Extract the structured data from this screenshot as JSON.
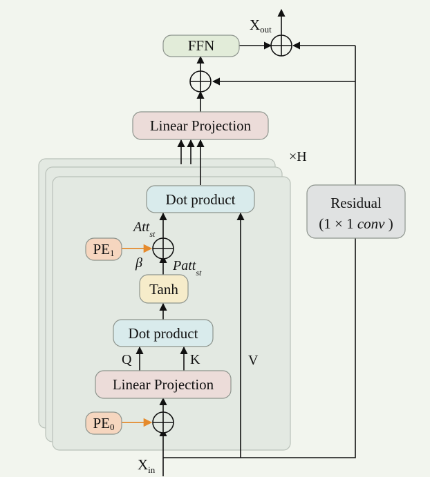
{
  "nodes": {
    "ffn": "FFN",
    "x_out": "X",
    "x_out_sub": "out",
    "linear_projection_top": "Linear Projection",
    "heads": "×H",
    "dot_product_top": "Dot product",
    "residual_line1": "Residual",
    "residual_line2_prefix": "(1 × 1 ",
    "residual_line2_italic": "conv",
    "residual_line2_suffix": " )",
    "att": "Att",
    "att_sub": "st",
    "pe1": "PE",
    "pe1_sub": "1",
    "beta": "β",
    "patt": "Patt",
    "patt_sub": "st",
    "tanh": "Tanh",
    "dot_product_bottom": "Dot product",
    "q": "Q",
    "k": "K",
    "v": "V",
    "linear_projection_bottom": "Linear Projection",
    "pe0": "PE",
    "pe0_sub": "0",
    "x_in": "X",
    "x_in_sub": "in"
  },
  "colors": {
    "background": "#f2f5ee",
    "stack_fill": "#e3e9e2",
    "stack_stroke": "#b9c1b9",
    "ffn_fill": "#e2ecd9",
    "linear_fill": "#ecdcd9",
    "dot_fill": "#d9ebec",
    "residual_fill": "#e0e2e2",
    "tanh_fill": "#f6ecca",
    "pe_fill": "#f6d6bf",
    "pe_arrow": "#e58a2c",
    "line": "#111111"
  }
}
